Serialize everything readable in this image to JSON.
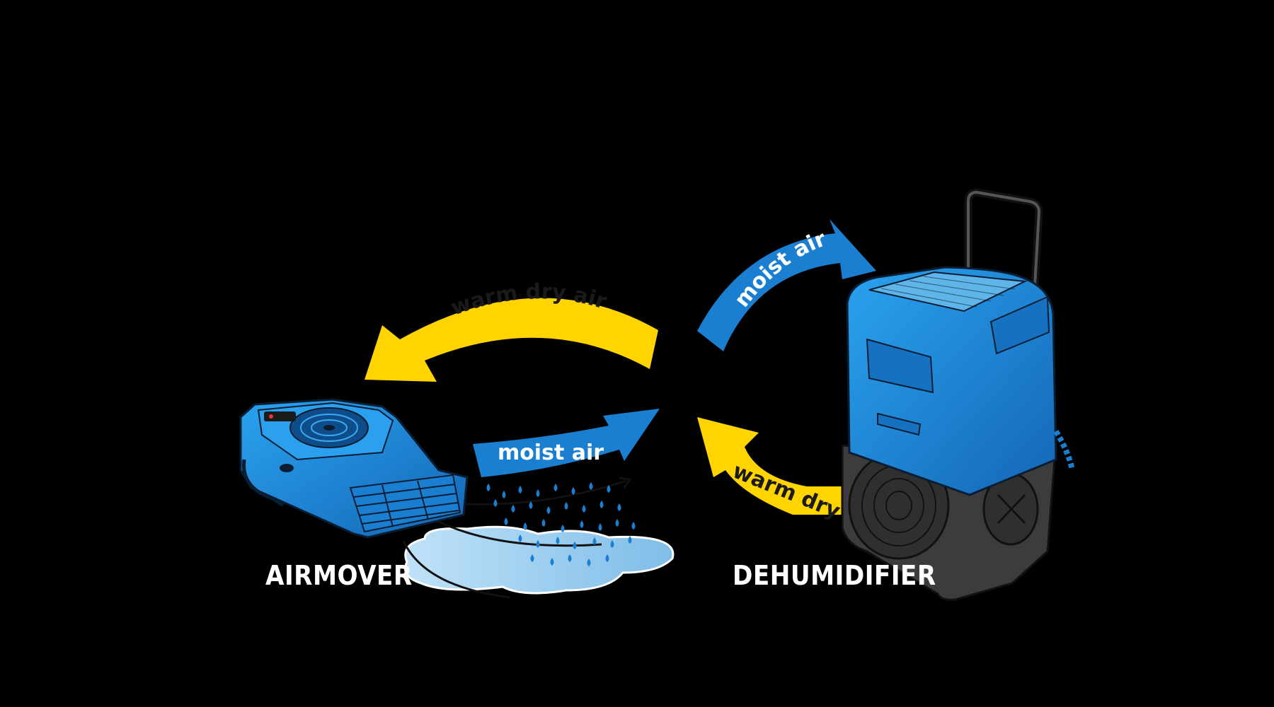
{
  "labels": {
    "airmover": "AIRMOVER",
    "dehumidifier": "DEHUMIDIFIER"
  },
  "arrows": {
    "warm_dry_air_top": "warm dry air",
    "moist_air_top": "moist air",
    "moist_air_bottom": "moist air",
    "warm_dry_air_bottom": "warm dry air"
  },
  "colors": {
    "background": "#000000",
    "blue_arrow": "#1b7fd1",
    "yellow_arrow": "#ffd400",
    "device_blue": "#1e8fe0",
    "device_gray": "#3c3c3c",
    "puddle": "#9fd0f2"
  },
  "icons": [
    "airmover-icon",
    "dehumidifier-icon",
    "water-droplets-icon",
    "puddle-icon"
  ]
}
